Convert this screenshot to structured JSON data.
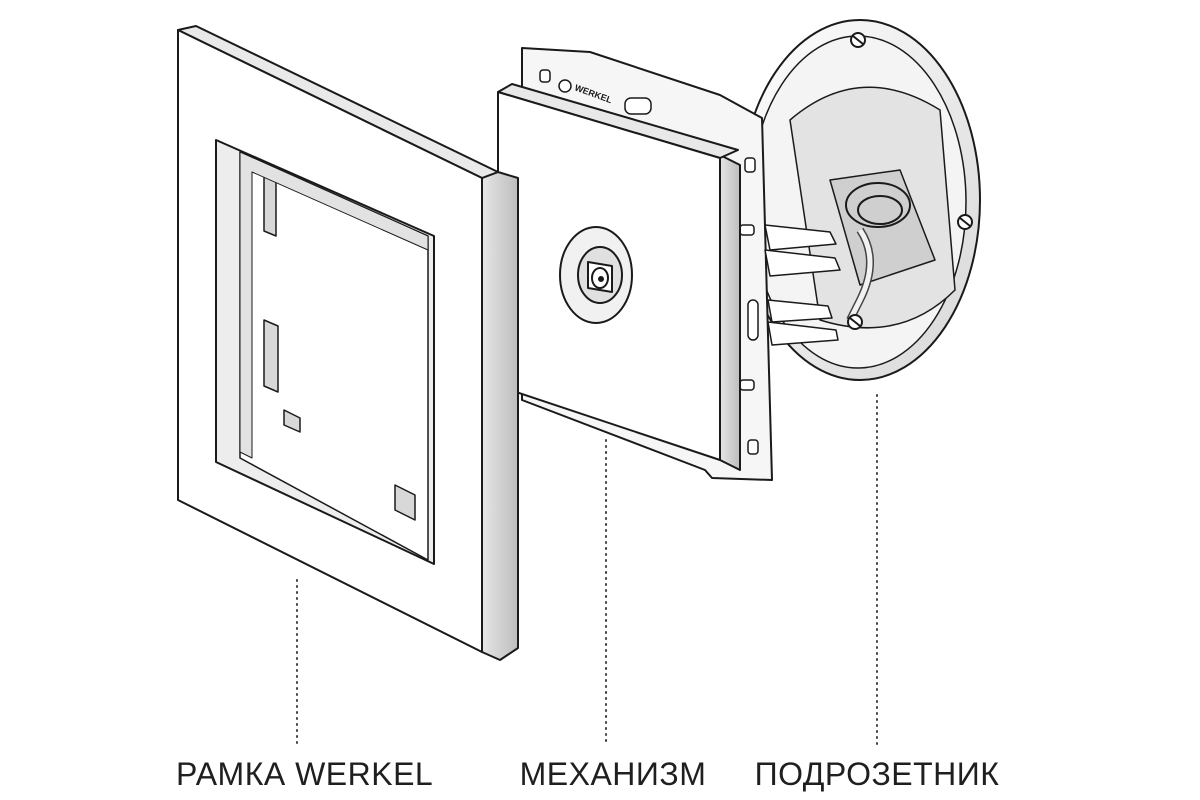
{
  "labels": {
    "frame": "РАМКА WERKEL",
    "mechanism": "МЕХАНИЗМ",
    "backbox": "ПОДРОЗЕТНИК"
  },
  "brand_mark": "WERKEL",
  "colors": {
    "line": "#1a1a1a",
    "face": "#ffffff",
    "shade": "#efefef",
    "shade_dark": "#d9d9d9",
    "label_text": "#1f1f1f"
  }
}
